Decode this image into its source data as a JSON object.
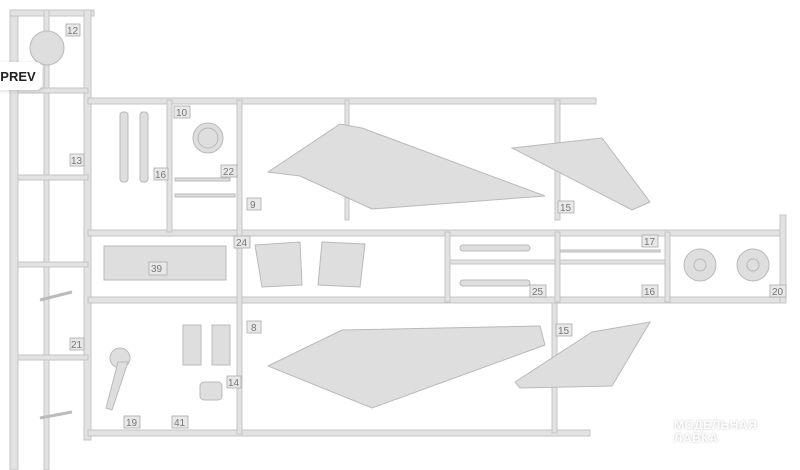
{
  "navigation": {
    "prev_label": "PREV"
  },
  "part_labels": {
    "p12": "12",
    "p13": "13",
    "p21": "21",
    "p10": "10",
    "p16a": "16",
    "p22": "22",
    "p9": "9",
    "p24": "24",
    "p39": "39",
    "p8": "8",
    "p14": "14",
    "p19": "19",
    "p41": "41",
    "p15a": "15",
    "p15b": "15",
    "p17": "17",
    "p25": "25",
    "p16b": "16",
    "p20": "20"
  },
  "watermark": {
    "line1": "МОДЕЛЬНАЯ",
    "line2": "ЛАВКА"
  },
  "colors": {
    "plastic": "#dedede",
    "background": "#ffffff"
  }
}
